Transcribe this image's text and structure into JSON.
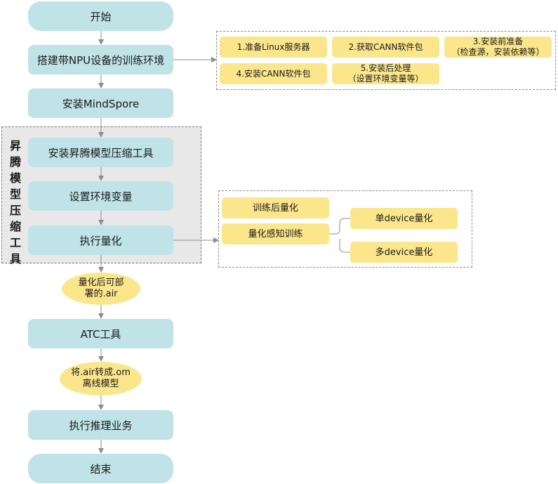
{
  "flow": {
    "start": "开始",
    "setup_env": "搭建带NPU设备的训练环境",
    "install_mindspore": "安装MindSpore",
    "install_tool": "安装昇腾模型压缩工具",
    "set_env": "设置环境变量",
    "quantize": "执行量化",
    "quantized_air": "量化后可部署的.air",
    "atc_tool": "ATC工具",
    "convert_om": "将.air转成.om离线模型",
    "inference": "执行推理业务",
    "end": "结束"
  },
  "group_label": "昇腾模型压缩工具",
  "env_steps": {
    "s1": "1.准备Linux服务器",
    "s2": "2.获取CANN软件包",
    "s3_line1": "3.安装前准备",
    "s3_line2": "（检查源，安装依赖等）",
    "s4": "4.安装CANN软件包",
    "s5_line1": "5.安装后处理",
    "s5_line2": "（设置环境变量等）"
  },
  "quant_options": {
    "post_training": "训练后量化",
    "qat": "量化感知训练",
    "single_device": "单device量化",
    "multi_device": "多device量化"
  },
  "colors": {
    "main_fill": "#bfe3e6",
    "sub_fill": "#fbe68c",
    "group_fill": "#e8e8e8",
    "arrow": "#8c8c8c"
  }
}
